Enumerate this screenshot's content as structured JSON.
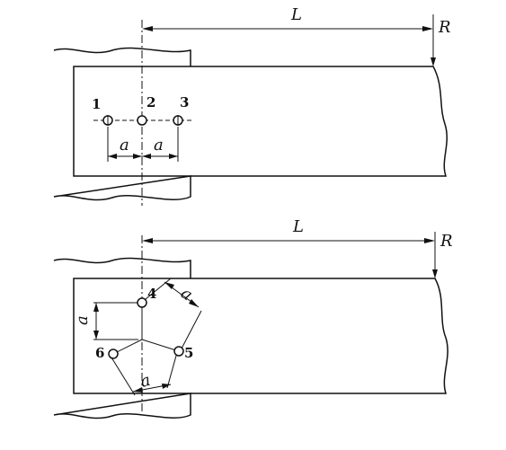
{
  "figure_top": {
    "dimension_L": "L",
    "reference_R": "R",
    "points": [
      "1",
      "2",
      "3"
    ],
    "spacing_labels": [
      "a",
      "a"
    ]
  },
  "figure_bottom": {
    "dimension_L": "L",
    "reference_R": "R",
    "points": [
      "4",
      "5",
      "6"
    ],
    "spacing_labels": [
      "a",
      "a",
      "a"
    ]
  }
}
